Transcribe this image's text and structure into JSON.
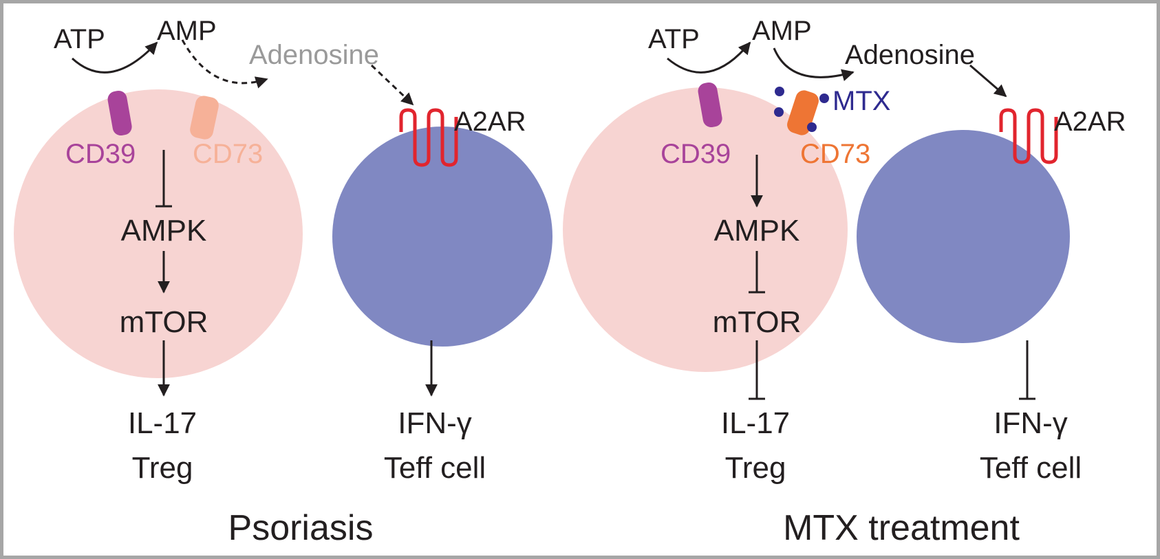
{
  "colors": {
    "treg_cell": "#f7d4d2",
    "teff_cell": "#8088c2",
    "cd39": "#a8439a",
    "cd73_faded": "#f6b198",
    "cd73": "#ee7534",
    "a2ar": "#e1252e",
    "adenosine_faded": "#9a9a9a",
    "mtx": "#2e2a8f",
    "text": "#231f20"
  },
  "left_panel": {
    "atp": "ATP",
    "amp": "AMP",
    "adenosine": "Adenosine",
    "cd39": "CD39",
    "cd73": "CD73",
    "a2ar": "A2AR",
    "ampk": "AMPK",
    "mtor": "mTOR",
    "il17": "IL-17",
    "treg": "Treg",
    "ifng": "IFN-γ",
    "teff": "Teff cell",
    "title": "Psoriasis"
  },
  "right_panel": {
    "atp": "ATP",
    "amp": "AMP",
    "adenosine": "Adenosine",
    "cd39": "CD39",
    "cd73": "CD73",
    "mtx": "MTX",
    "a2ar": "A2AR",
    "ampk": "AMPK",
    "mtor": "mTOR",
    "il17": "IL-17",
    "treg": "Treg",
    "ifng": "IFN-γ",
    "teff": "Teff cell",
    "title": "MTX treatment"
  }
}
